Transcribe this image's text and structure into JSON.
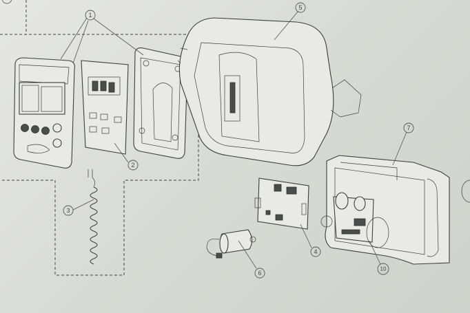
{
  "diagram": {
    "callouts": {
      "front_housing_group": "1",
      "display_board": "2",
      "coiled_cable": "3",
      "control_board": "4",
      "main_cover": "5",
      "motor": "6",
      "base_enclosure": "7",
      "power_board_assembly": "10"
    }
  }
}
